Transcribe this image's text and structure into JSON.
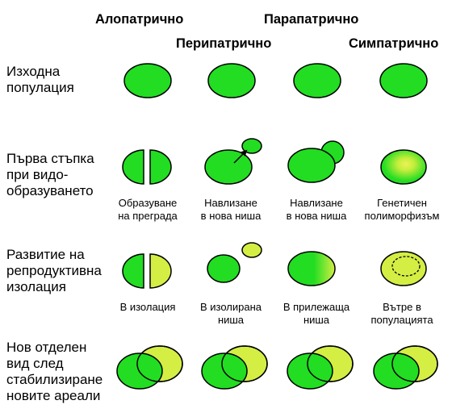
{
  "headers": {
    "allopatric": "Алопатрично",
    "parapatric": "Парапатрично",
    "peripatric": "Перипатрично",
    "sympatric": "Симпатрично"
  },
  "rows": {
    "initial": "Изходна\nпопулация",
    "first_step": "Първа стъпка\nпри видо-\nобразуването",
    "reproductive": "Развитие на\nрепродуктивна\nизолация",
    "new_species": "Нов отделен\nвид след\nстабилизиране\nновите ареали"
  },
  "captions_step1": {
    "allopatric": "Образуване\nна преграда",
    "peripatric": "Навлизане\nв нова ниша",
    "parapatric": "Навлизане\nв нова ниша",
    "sympatric": "Генетичен\nполиморфизъм"
  },
  "captions_step2": {
    "allopatric": "В изолация",
    "peripatric": "В изолирана\nниша",
    "parapatric": "В прилежаща\nниша",
    "sympatric": "Вътре в\nпопулацията"
  },
  "colors": {
    "green": "#22dd22",
    "yellow": "#d4ee44",
    "outline": "#000000"
  }
}
